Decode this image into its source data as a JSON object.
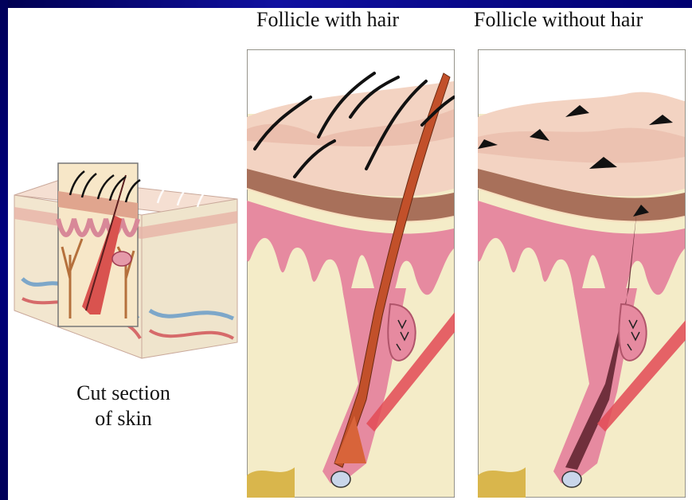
{
  "titles": {
    "with_hair": "Follicle with hair",
    "without_hair": "Follicle without hair"
  },
  "caption": {
    "line1": "Cut section",
    "line2": "of skin"
  },
  "colors": {
    "frame": "#000080",
    "epidermis": "#f3d3c2",
    "dermis_band": "#a8705a",
    "follicle": "#e68aa0",
    "fat": "#f2e8c4",
    "hair": "#c2502a"
  }
}
